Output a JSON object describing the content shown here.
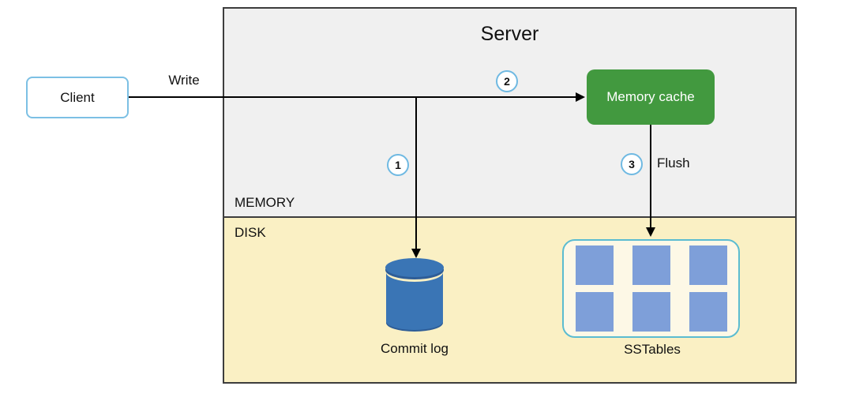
{
  "diagram": {
    "title": "Server",
    "regions": {
      "memory_label": "MEMORY",
      "disk_label": "DISK"
    },
    "client": {
      "label": "Client"
    },
    "arrows": {
      "write_label": "Write",
      "flush_label": "Flush"
    },
    "steps": {
      "step1": "1",
      "step2": "2",
      "step3": "3"
    },
    "memory_cache": {
      "label": "Memory cache"
    },
    "commit_log": {
      "label": "Commit log"
    },
    "sstables": {
      "label": "SSTables",
      "block_count": 6
    },
    "colors": {
      "memory_region_bg": "#f0f0f0",
      "disk_region_bg": "#faf0c4",
      "box_border": "#3d3d3d",
      "client_border": "#7cc0e4",
      "badge_border": "#6fb9e2",
      "memory_cache_bg": "#42993f",
      "cylinder_blue": "#3a75b5",
      "cylinder_dark": "#2e5d97",
      "sstable_block": "#7e9fd9",
      "sstables_border": "#5bbcd1",
      "sstables_bg": "#fdf8e6",
      "arrow": "#000000"
    }
  }
}
